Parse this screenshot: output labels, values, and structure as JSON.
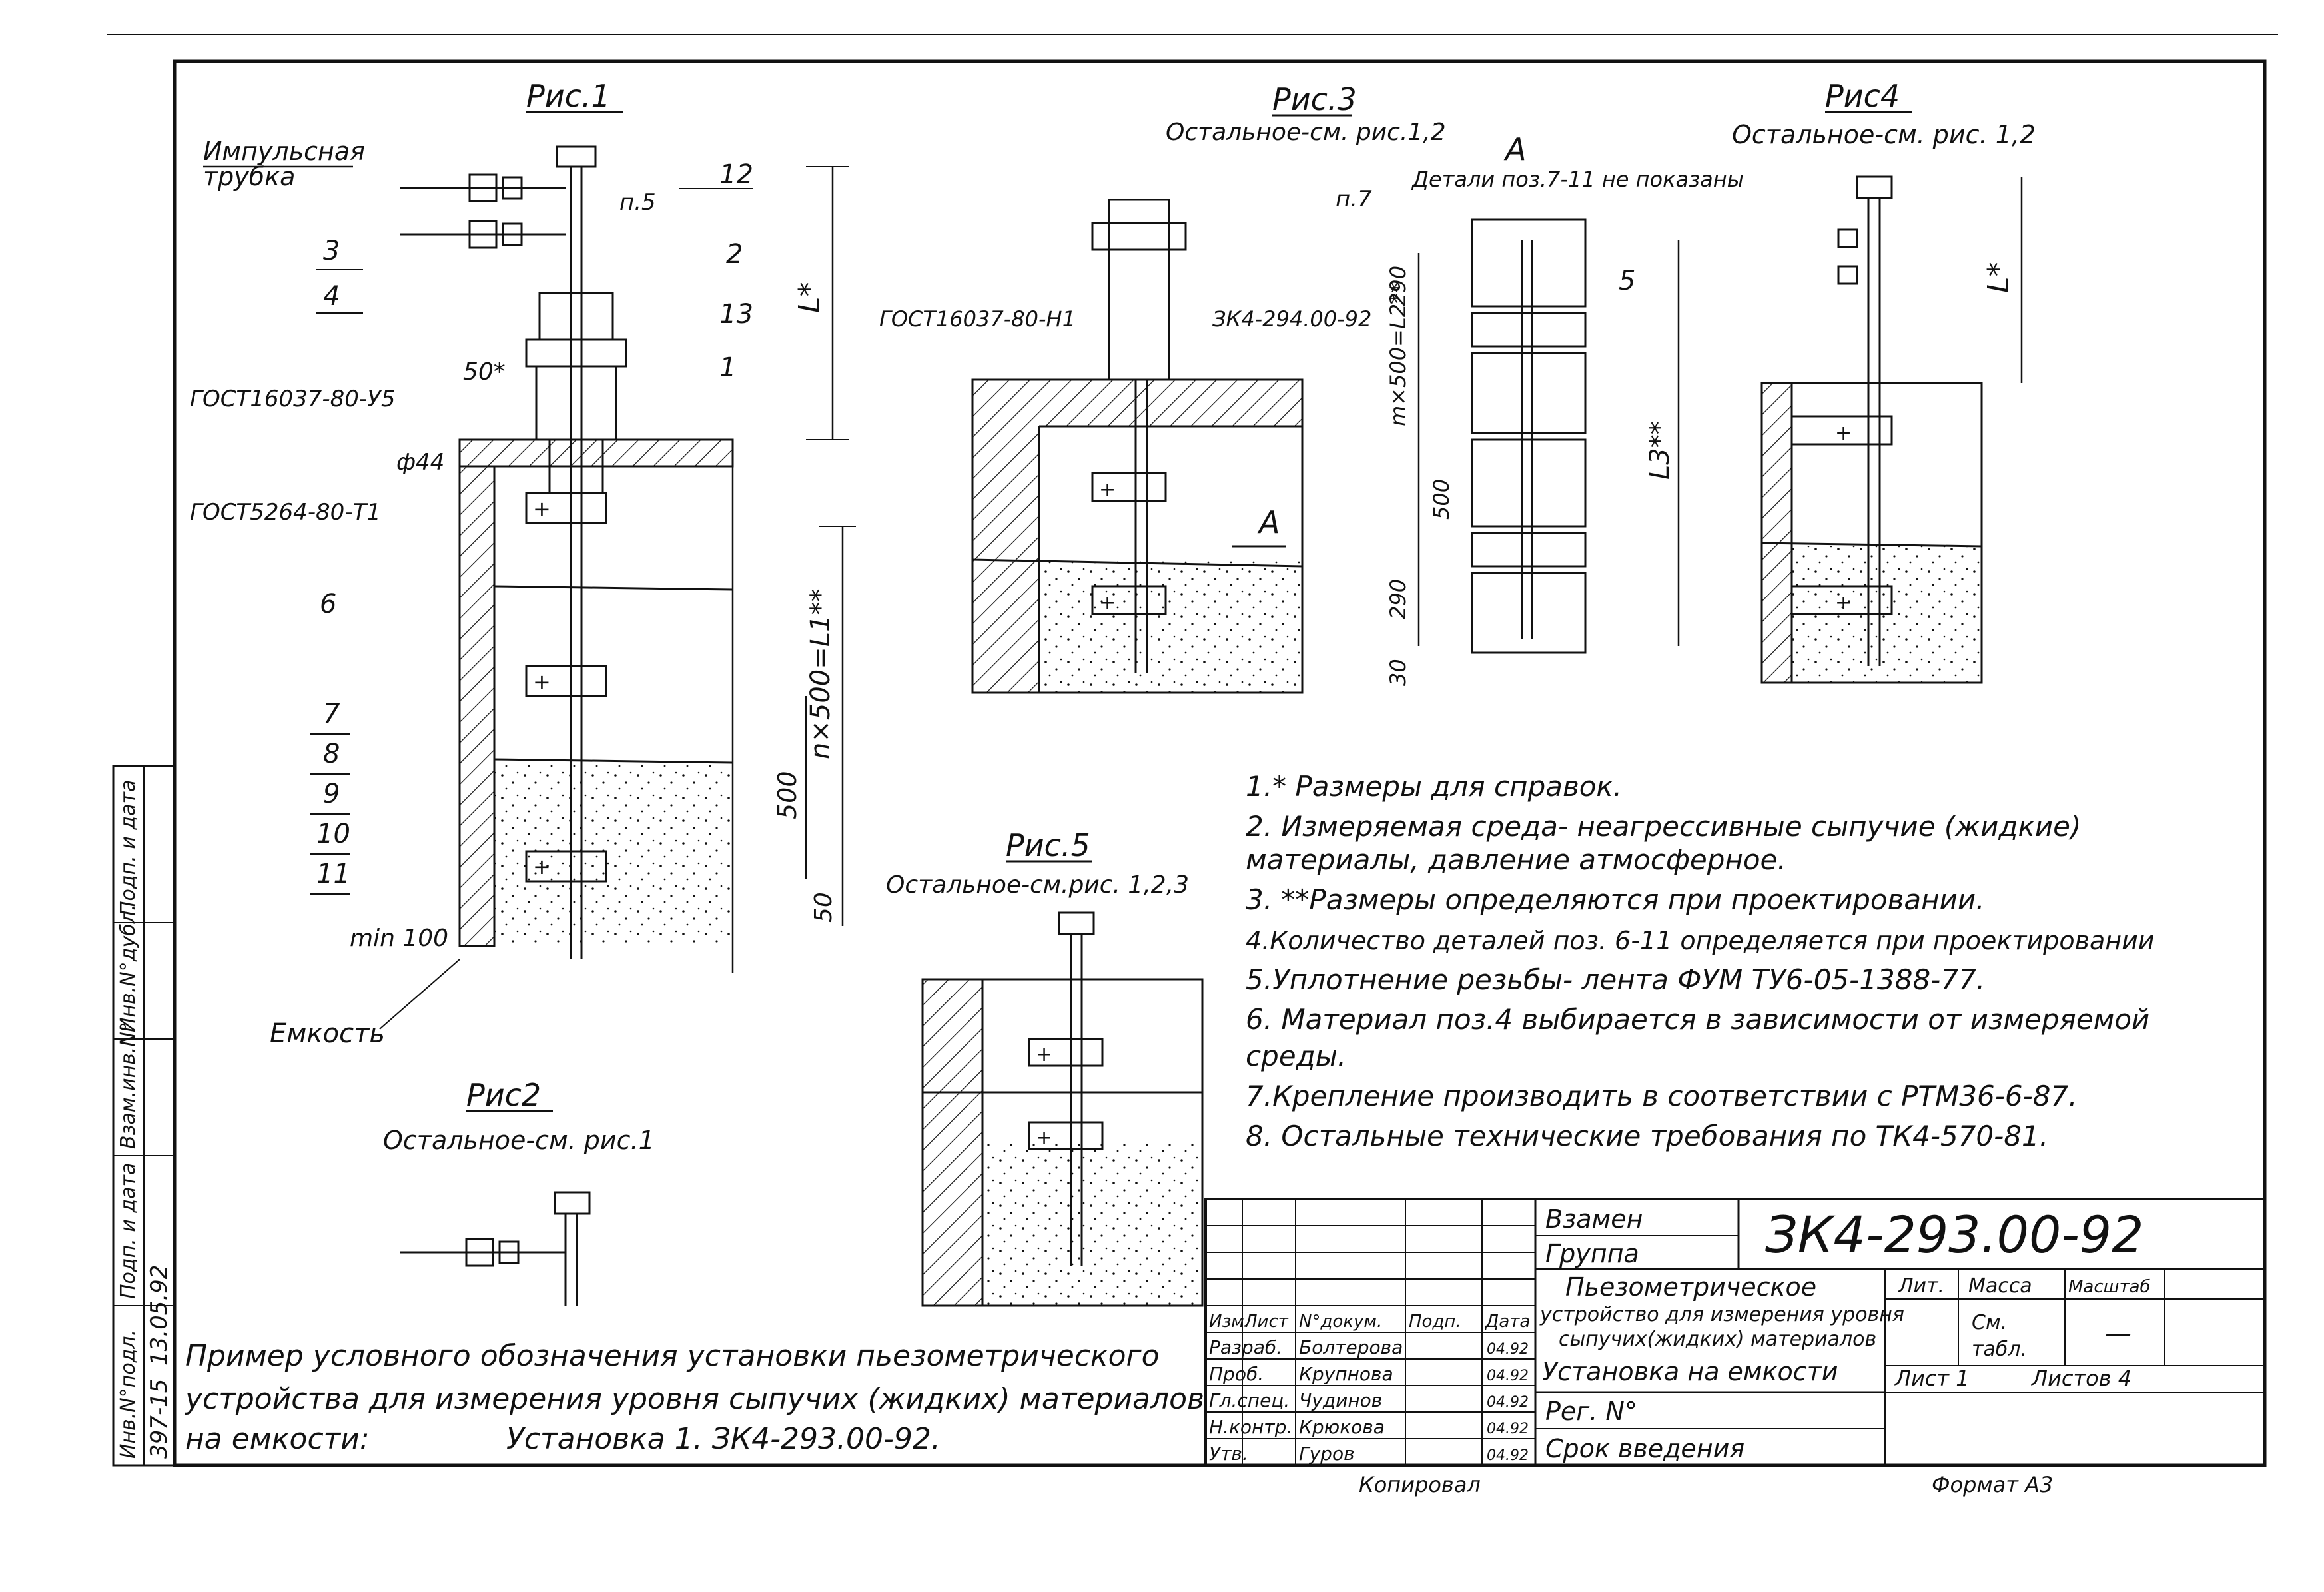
{
  "figures": {
    "fig1": {
      "title": "Рис.1",
      "impulse_tube": [
        "Импульсная",
        "трубка"
      ],
      "tank_label": "Емкость"
    },
    "fig2": {
      "title": "Рис2",
      "subtitle": "Остальное-см. рис.1"
    },
    "fig3": {
      "title": "Рис.3",
      "subtitle": "Остальное-см. рис.1,2",
      "gost": "ГОСТ16037-80-Н1",
      "part": "ЗК4-294.00-92",
      "arrow": "A"
    },
    "fig4": {
      "title": "Рис4",
      "subtitle": "Остальное-см. рис. 1,2"
    },
    "fig5": {
      "title": "Рис.5",
      "subtitle": "Остальное-см.рис. 1,2,3"
    },
    "view_a": {
      "title": "A",
      "note": "Детали поз.7-11 не показаны",
      "pos_label": "п.7",
      "pos_5": "5"
    }
  },
  "callouts": {
    "c12": "12",
    "c2": "2",
    "c13": "13",
    "c1": "1",
    "c3": "3",
    "c4": "4",
    "c6": "6",
    "c7": "7",
    "c8": "8",
    "c9": "9",
    "c10": "10",
    "c11": "11",
    "p5": "п.5",
    "gost_y5": "ГОСТ16037-80-У5",
    "gost_t1": "ГОСТ5264-80-Т1",
    "phi44": "ф44",
    "dim50": "50*",
    "min100": "min 100"
  },
  "dimensions": {
    "L": "L*",
    "L1": "n×500=L1**",
    "d500": "500",
    "d50": "50",
    "va_290a": "290",
    "va_mx": "m×500=L2**",
    "va_500": "500",
    "va_290b": "290",
    "va_30": "30",
    "va_L3": "L3**",
    "f4_L": "L*"
  },
  "notes": [
    "1.* Размеры для справок.",
    "2. Измеряемая среда- неагрессивные сыпучие (жидкие)",
    "материалы, давление атмосферное.",
    "3. **Размеры определяются при проектировании.",
    "4.Количество деталей поз. 6-11 определяется при проектировании",
    "5.Уплотнение резьбы- лента ФУМ ТУ6-05-1388-77.",
    "6. Материал поз.4 выбирается в зависимости от измеряемой",
    "среды.",
    "7.Крепление производить в соответствии с РТМ36-6-87.",
    "8. Остальные технические требования по ТК4-570-81."
  ],
  "example": [
    "Пример условного обозначения установки пьезометрического",
    "устройства для измерения уровня сыпучих (жидких) материалов",
    "на емкости:",
    "Установка 1. ЗК4-293.00-92."
  ],
  "title_block": {
    "vzamen": "Взамен",
    "gruppa": "Группа",
    "doc_code": "ЗК4-293.00-92",
    "title_lines": [
      "Пьезометрическое",
      "устройство для измерения уровня",
      "сыпучих(жидких) материалов",
      "Установка на емкости"
    ],
    "lit": "Лит.",
    "massa": "Масса",
    "masshtab": "Масштаб",
    "mass_value": "См.",
    "mass_value2": "табл.",
    "scale_value": "—",
    "sheet": "Лист 1",
    "sheets": "Листов 4",
    "reg": "Рег. N°",
    "srok": "Срок введения",
    "header": [
      "Изм.",
      "Лист",
      "N°докум.",
      "Подп.",
      "Дата"
    ],
    "rows": [
      {
        "role": "Разраб.",
        "name": "Болтерова",
        "date": "04.92"
      },
      {
        "role": "Проб.",
        "name": "Крупнова",
        "date": "04.92"
      },
      {
        "role": "Гл.спец.",
        "name": "Чудинов",
        "date": "04.92"
      },
      {
        "role": "Н.контр.",
        "name": "Крюкова",
        "date": "04.92"
      },
      {
        "role": "Утв.",
        "name": "Гуров",
        "date": "04.92"
      }
    ],
    "kopiroval": "Копировал",
    "format": "Формат А3"
  },
  "side_stamp": {
    "fields": [
      "Инв.N°подл.",
      "Подп. и дата",
      "Взам.инв.N°",
      "Инв.N°дубл.",
      "Подп. и дата"
    ],
    "inv_value": "397-15",
    "date_value": "13.05.92"
  }
}
